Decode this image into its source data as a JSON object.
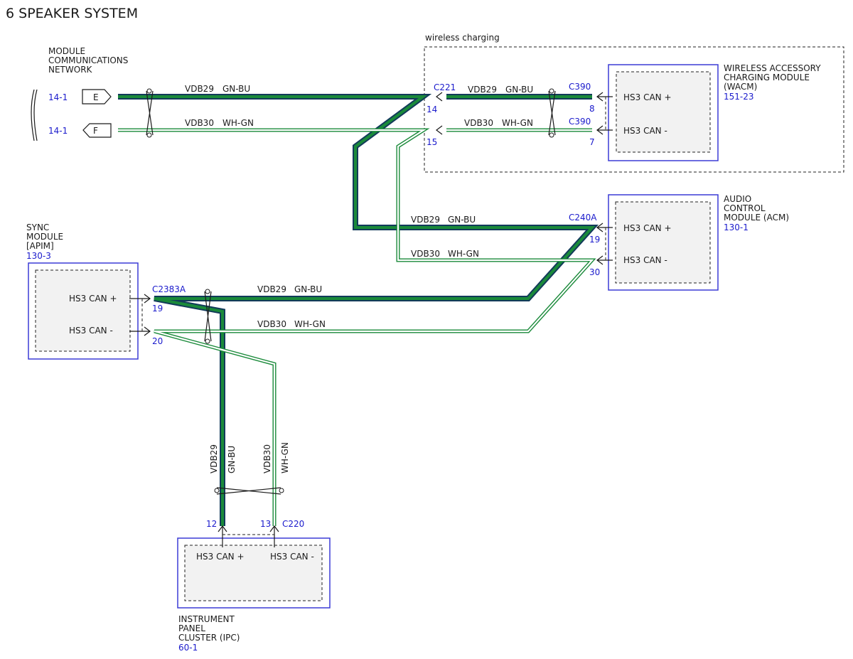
{
  "title": "6 SPEAKER SYSTEM",
  "wireless_label": "wireless charging",
  "mcn": {
    "label_lines": [
      "MODULE",
      "COMMUNICATIONS",
      "NETWORK"
    ],
    "ref_e": "14-1",
    "ref_f": "14-1",
    "pin_e": "E",
    "pin_f": "F"
  },
  "wacm": {
    "label_lines": [
      "WIRELESS ACCESSORY",
      "CHARGING MODULE",
      "(WACM)"
    ],
    "ref": "151-23",
    "pin_plus": "HS3 CAN +",
    "pin_minus": "HS3 CAN -",
    "connector_a": "C390",
    "connector_b": "C390",
    "pin_num_plus": "8",
    "pin_num_minus": "7"
  },
  "c221": {
    "name": "C221",
    "pin_a": "14",
    "pin_b": "15"
  },
  "acm": {
    "label_lines": [
      "AUDIO",
      "CONTROL",
      "MODULE (ACM)"
    ],
    "ref": "130-1",
    "pin_plus": "HS3 CAN +",
    "pin_minus": "HS3 CAN -",
    "connector": "C240A",
    "pin_num_plus": "19",
    "pin_num_minus": "30"
  },
  "sync": {
    "label_lines": [
      "SYNC",
      "MODULE",
      "[APIM]"
    ],
    "ref": "130-3",
    "pin_plus": "HS3 CAN +",
    "pin_minus": "HS3 CAN -",
    "connector": "C2383A",
    "pin_num_plus": "19",
    "pin_num_minus": "20"
  },
  "ipc": {
    "label_lines": [
      "INSTRUMENT",
      "PANEL",
      "CLUSTER (IPC)"
    ],
    "ref": "60-1",
    "pin_plus": "HS3 CAN +",
    "pin_minus": "HS3 CAN -",
    "connector": "C220",
    "pin_num_plus": "12",
    "pin_num_minus": "13"
  },
  "wires": {
    "vdb29": "VDB29",
    "gnbu": "GN-BU",
    "vdb30": "VDB30",
    "whgn": "WH-GN"
  },
  "colors": {
    "green": "#1a8a3a",
    "navy": "#123a5a",
    "white": "#ffffff",
    "module_border": "#3b3bd6",
    "ref_text": "#1a1acc"
  }
}
